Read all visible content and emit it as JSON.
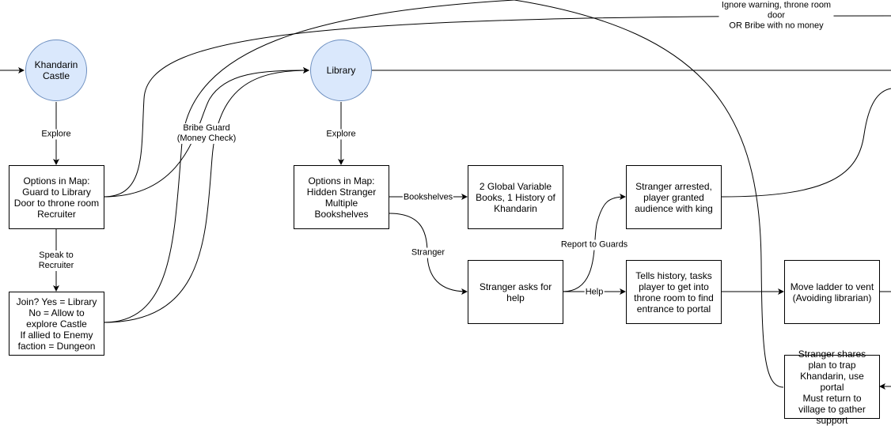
{
  "nodes": {
    "castle": "Khandarin\nCastle",
    "library": "Library",
    "options_map_castle": "Options in Map:\nGuard to Library\nDoor to throne room\nRecruiter",
    "join": "Join? Yes = Library\nNo = Allow to explore Castle\nIf allied to Enemy faction = Dungeon",
    "options_map_library": "Options in Map:\nHidden Stranger\nMultiple Bookshelves",
    "books": "2 Global Variable Books, 1 History of Khandarin",
    "stranger_arrested": "Stranger arrested, player granted audience with king",
    "stranger_help": "Stranger asks for help",
    "tells_history": "Tells history, tasks player to get into throne room to find entrance to portal",
    "move_ladder": "Move ladder to vent (Avoiding librarian)",
    "stranger_plan": "Stranger shares plan to trap Khandarin, use portal\nMust return to village to gather support"
  },
  "edges": {
    "explore_castle": "Explore",
    "speak_recruiter": "Speak to\nRecruiter",
    "bribe_guard": "Bribe Guard\n(Money Check)",
    "explore_library": "Explore",
    "bookshelves": "Bookshelves",
    "stranger": "Stranger",
    "report_guards": "Report to Guards",
    "help": "Help",
    "ignore_warning": "Ignore warning, throne room door\nOR Bribe with no money"
  }
}
